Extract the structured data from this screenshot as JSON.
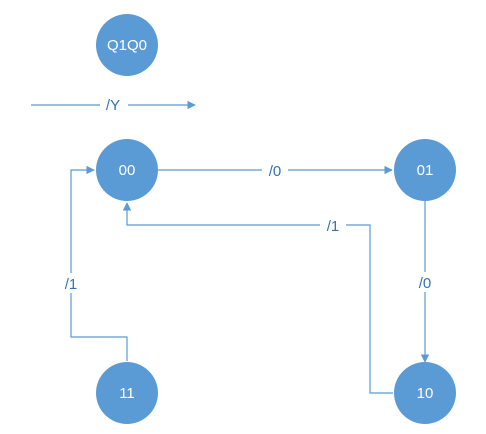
{
  "colors": {
    "node_fill": "#5b9bd5",
    "edge": "#5b9bd5",
    "label": "#2e75b6"
  },
  "legend": {
    "state_label": "Q1Q0",
    "output_label": "/Y"
  },
  "states": {
    "s00": "00",
    "s01": "01",
    "s10": "10",
    "s11": "11"
  },
  "transitions": {
    "t00_01": "/0",
    "t01_10": "/0",
    "t10_00": "/1",
    "t11_00": "/1"
  }
}
